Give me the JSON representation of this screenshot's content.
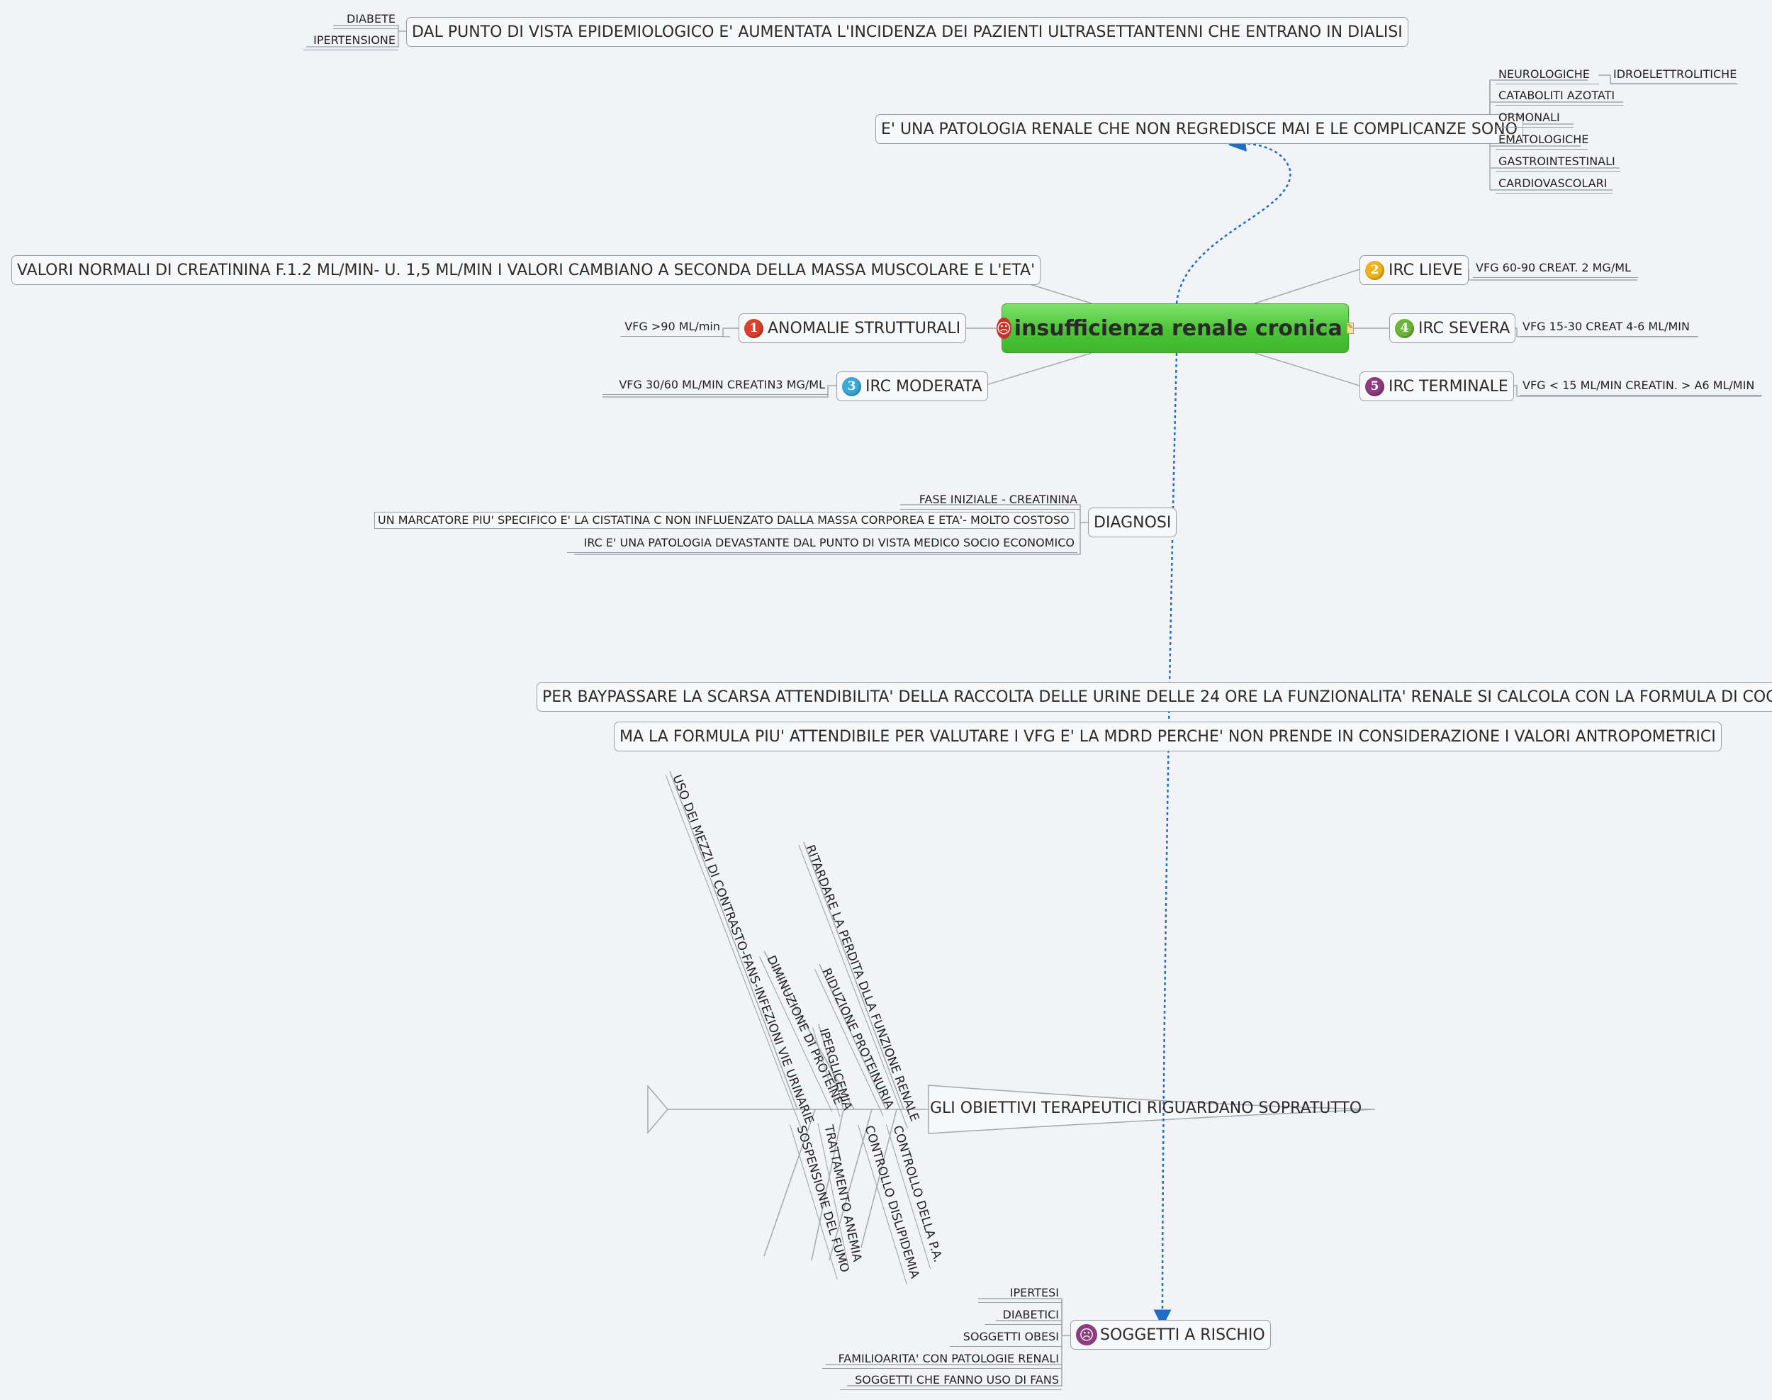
{
  "colors": {
    "background": "#f1f3f7",
    "central_fill": "#4bc436",
    "relationship_arrow": "#1e6fc4",
    "marker_1": "#d9432c",
    "marker_2": "#f0b418",
    "marker_3": "#3aa9d6",
    "marker_4": "#6db63a",
    "marker_5": "#8e3c80"
  },
  "central": {
    "icon": "angry-face-icon",
    "label": "insufficienza renale cronica"
  },
  "epidemiology": {
    "label": "DAL PUNTO DI VISTA EPIDEMIOLOGICO E' AUMENTATA L'INCIDENZA DEI PAZIENTI ULTRASETTANTENNI  CHE ENTRANO IN DIALISI",
    "children": [
      "DIABETE",
      "IPERTENSIONE"
    ]
  },
  "complications": {
    "label": "E' UNA PATOLOGIA RENALE CHE NON REGREDISCE MAI  E LE COMPLICANZE SONO",
    "children": [
      "NEUROLOGICHE",
      "CATABOLITI AZOTATI",
      "ORMONALI",
      "EMATOLOGICHE",
      "GASTROINTESTINALI",
      "CARDIOVASCOLARI"
    ],
    "sub_child": "IDROELETTROLITICHE"
  },
  "creatinine": {
    "label": "VALORI NORMALI DI CREATININA F.1.2 ML/MIN- U. 1,5 ML/MIN I VALORI CAMBIANO A SECONDA DELLA MASSA MUSCOLARE E L'ETA'"
  },
  "stages": [
    {
      "number": "1",
      "label": "ANOMALIE STRUTTURALI",
      "detail": "VFG >90 ML/min"
    },
    {
      "number": "2",
      "label": "IRC LIEVE",
      "detail": "VFG 60-90 CREAT. 2 MG/ML"
    },
    {
      "number": "3",
      "label": "IRC MODERATA",
      "detail": "VFG 30/60 ML/MIN CREATIN3 MG/ML"
    },
    {
      "number": "4",
      "label": "IRC SEVERA",
      "detail": "VFG 15-30 CREAT 4-6 ML/MIN"
    },
    {
      "number": "5",
      "label": "IRC TERMINALE",
      "detail": "VFG < 15 ML/MIN CREATIN. > A6 ML/MIN"
    }
  ],
  "diagnosis": {
    "label": "DIAGNOSI",
    "children": [
      "FASE INIZIALE - CREATININA",
      "UN MARCATORE PIU' SPECIFICO E' LA CISTATINA C NON INFLUENZATO DALLA MASSA CORPOREA E ETA'- MOLTO COSTOSO",
      "IRC E' UNA PATOLOGIA DEVASTANTE DAL PUNTO DI VISTA MEDICO SOCIO ECONOMICO"
    ]
  },
  "formulas": [
    "PER BAYPASSARE LA SCARSA ATTENDIBILITA' DELLA RACCOLTA DELLE URINE DELLE 24 ORE LA FUNZIONALITA' RENALE SI CALCOLA CON LA FORMULA DI COCROFT",
    "MA LA FORMULA PIU' ATTENDIBILE PER VALUTARE I VFG E' LA MDRD PERCHE' NON PRENDE IN CONSIDERAZIONE I VALORI ANTROPOMETRICI"
  ],
  "fishbone": {
    "head": "GLI OBIETTIVI TERAPEUTICI RIGUARDANO SOPRATUTTO",
    "upper_bones": [
      "USO DEI MEZZI DI CONTRASTO-FANS-INFEZIONI VIE URINARIE",
      "RITARDARE LA PERDITA DLLA FUNZIONE RENALE",
      "DIMINUZIONE DI PROTEINE",
      "RIDUZIONE PROTEINURIA",
      "IPERGLICEMIA"
    ],
    "lower_bones": [
      "SOSPENSIONE DEL FUMO",
      "TRATTAMENTO ANEMIA",
      "CONTROLLO DISLIPIDEMIA",
      "CONTROLLO DELLA P.A."
    ]
  },
  "risk": {
    "icon": "worried-face-icon",
    "label": "SOGGETTI A RISCHIO",
    "children": [
      "IPERTESI",
      "DIABETICI",
      "SOGGETTI OBESI",
      "FAMILIOARITA' CON PATOLOGIE RENALI",
      "SOGGETTI CHE FANNO USO DI FANS"
    ]
  }
}
